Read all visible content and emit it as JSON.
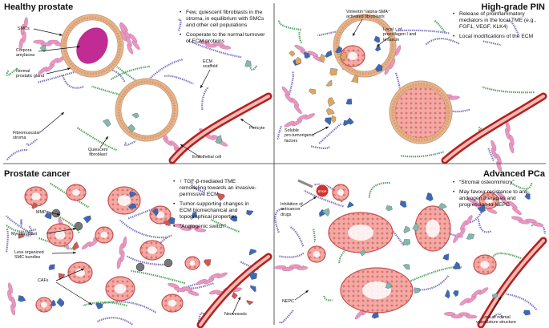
{
  "panels": [
    {
      "title": "Healthy prostate",
      "bullets": [
        "Few, quiescent fibroblasts in the\nstroma, in equilibrium with SMCs\nand other cell populations",
        "Cooperate to the normal turnover\nof ECM proteins"
      ],
      "labels": {
        "smcs": "SMCs",
        "corpora": "Corpora\namylacea",
        "gland": "Normal\nprostatic gland",
        "ecm": "ECM\nscaffold",
        "stroma": "Fibromuscular\nstroma",
        "pericyte": "Pericyte",
        "quiescent": "Quiescent\nfibroblast",
        "endothelial": "Endothelial cell"
      }
    },
    {
      "title": "High-grade PIN",
      "bullets": [
        "Release of proinflammatory\nmediators in the local TME (e.g.,\nFGF1, VEGF, KLK4)",
        "Local modifications of the ECM"
      ],
      "labels": {
        "vimentin": "Vimentin⁺/alpha-SMA⁺\nactivated fibroblasts",
        "procollagen": "Local ↑ of\nprocollagen I and\ntenascin",
        "soluble": "Soluble\npro-tumorigenic\nfactors"
      }
    },
    {
      "title": "Prostate cancer",
      "bullets": [
        "↑ TGF-β-mediated TME\nremodeling towards an invasive-\npermissive ECM",
        "Tumor-supporting changes in\nECM biomechanical and\ntopographical properties",
        "“Angiogenic switch”"
      ],
      "labels": {
        "mmps": "MMPs",
        "myofibroblast": "Myofibroblast",
        "smc_bundles": "Less organized\nSMC bundles",
        "cafs": "CAFs",
        "neovessels": "Neovessels"
      }
    },
    {
      "title": "Advanced PCa",
      "bullets": [
        "“Stromal osteomimicry”",
        "May favour resistance to anti-\nandrogen therapies and\nprogression to NEPC"
      ],
      "labels": {
        "inhibition": "Inhibition of\nanticancer\ndrugs",
        "stop": "STOP",
        "nepc": "NEPC",
        "vasculature": "Loss of normal\nvasculature structure"
      }
    }
  ],
  "colors": {
    "ecm_fiber": "#6b63b5",
    "smc": "#e898c0",
    "gland_ring": "#e8b48c",
    "gland_fill": "#f7e3c8",
    "corpora": "#c02b94",
    "tumor": "#e9837d",
    "vessel": "#b3201e",
    "scaffold": "#3f9a49",
    "caf": "#3f68b3",
    "fibroblast": "#84b9a8"
  }
}
